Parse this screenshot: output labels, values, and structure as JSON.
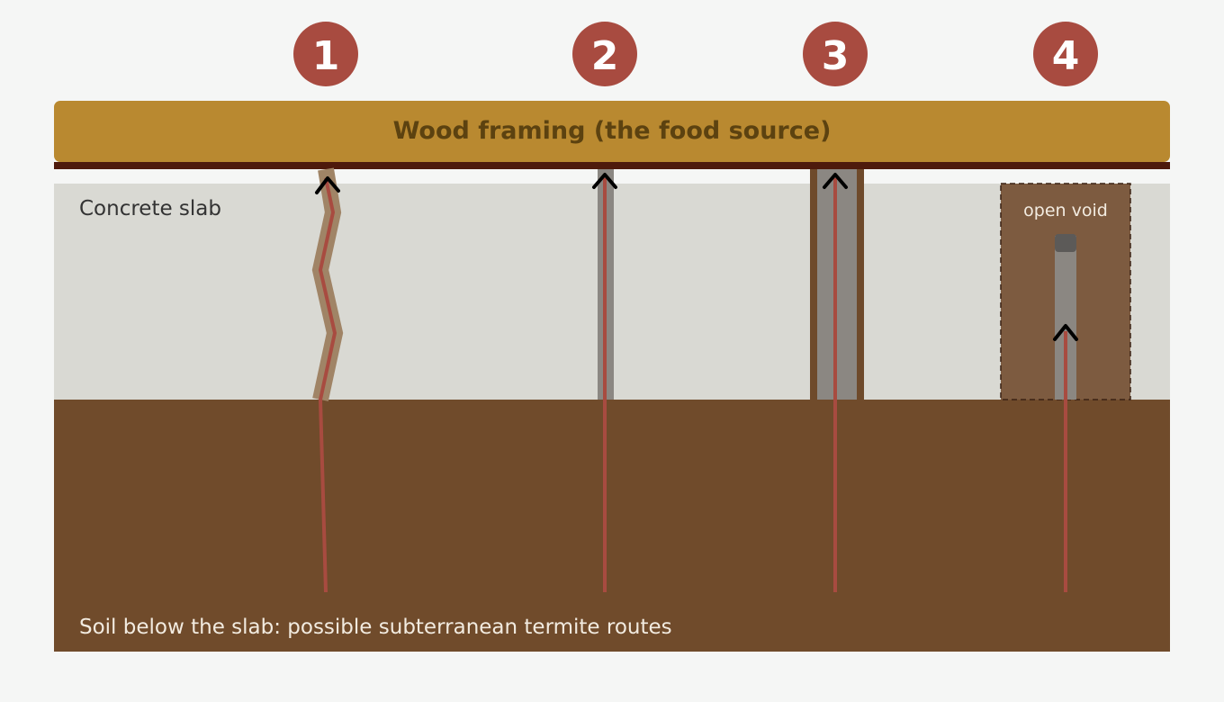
{
  "layers": {
    "wood": {
      "label": "Wood framing (the food source)"
    },
    "slab": {
      "label": "Concrete slab"
    },
    "soil": {
      "label": "Soil below the slab: possible subterranean termite routes"
    }
  },
  "routes": [
    {
      "number": "1"
    },
    {
      "number": "2"
    },
    {
      "number": "3"
    },
    {
      "number": "4",
      "label": "open void"
    }
  ],
  "colors": {
    "background": "#f5f6f5",
    "marker": "#a84b40",
    "wood": "#b98930",
    "wood_text": "#5c4210",
    "sill": "#4e1a0c",
    "slab": "#d9d9d3",
    "slab_text": "#333333",
    "soil": "#704b2b",
    "soil_text": "#f2ebe0",
    "termite_path": "#a84b40",
    "crack": "#a08466",
    "pipe": "#8b8782",
    "pipe_sleeve": "#6e4a2b",
    "void": "#7d5b40",
    "arrow": "#000000"
  }
}
